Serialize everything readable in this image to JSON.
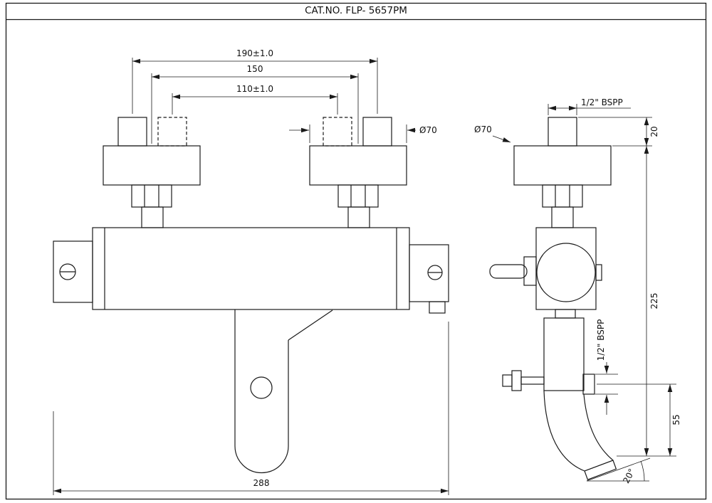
{
  "title": "CAT.NO. FLP- 5657PM",
  "front": {
    "dim_190": "190±1.0",
    "dim_150": "150",
    "dim_110": "110±1.0",
    "dia_70": "Ø70",
    "dim_288": "288"
  },
  "side": {
    "thread_top": "1/2\" BSPP",
    "dia_70": "Ø70",
    "dim_20": "20",
    "dim_225": "225",
    "thread_side": "1/2\" BSPP",
    "dim_55": "55",
    "angle_20": "20°"
  }
}
